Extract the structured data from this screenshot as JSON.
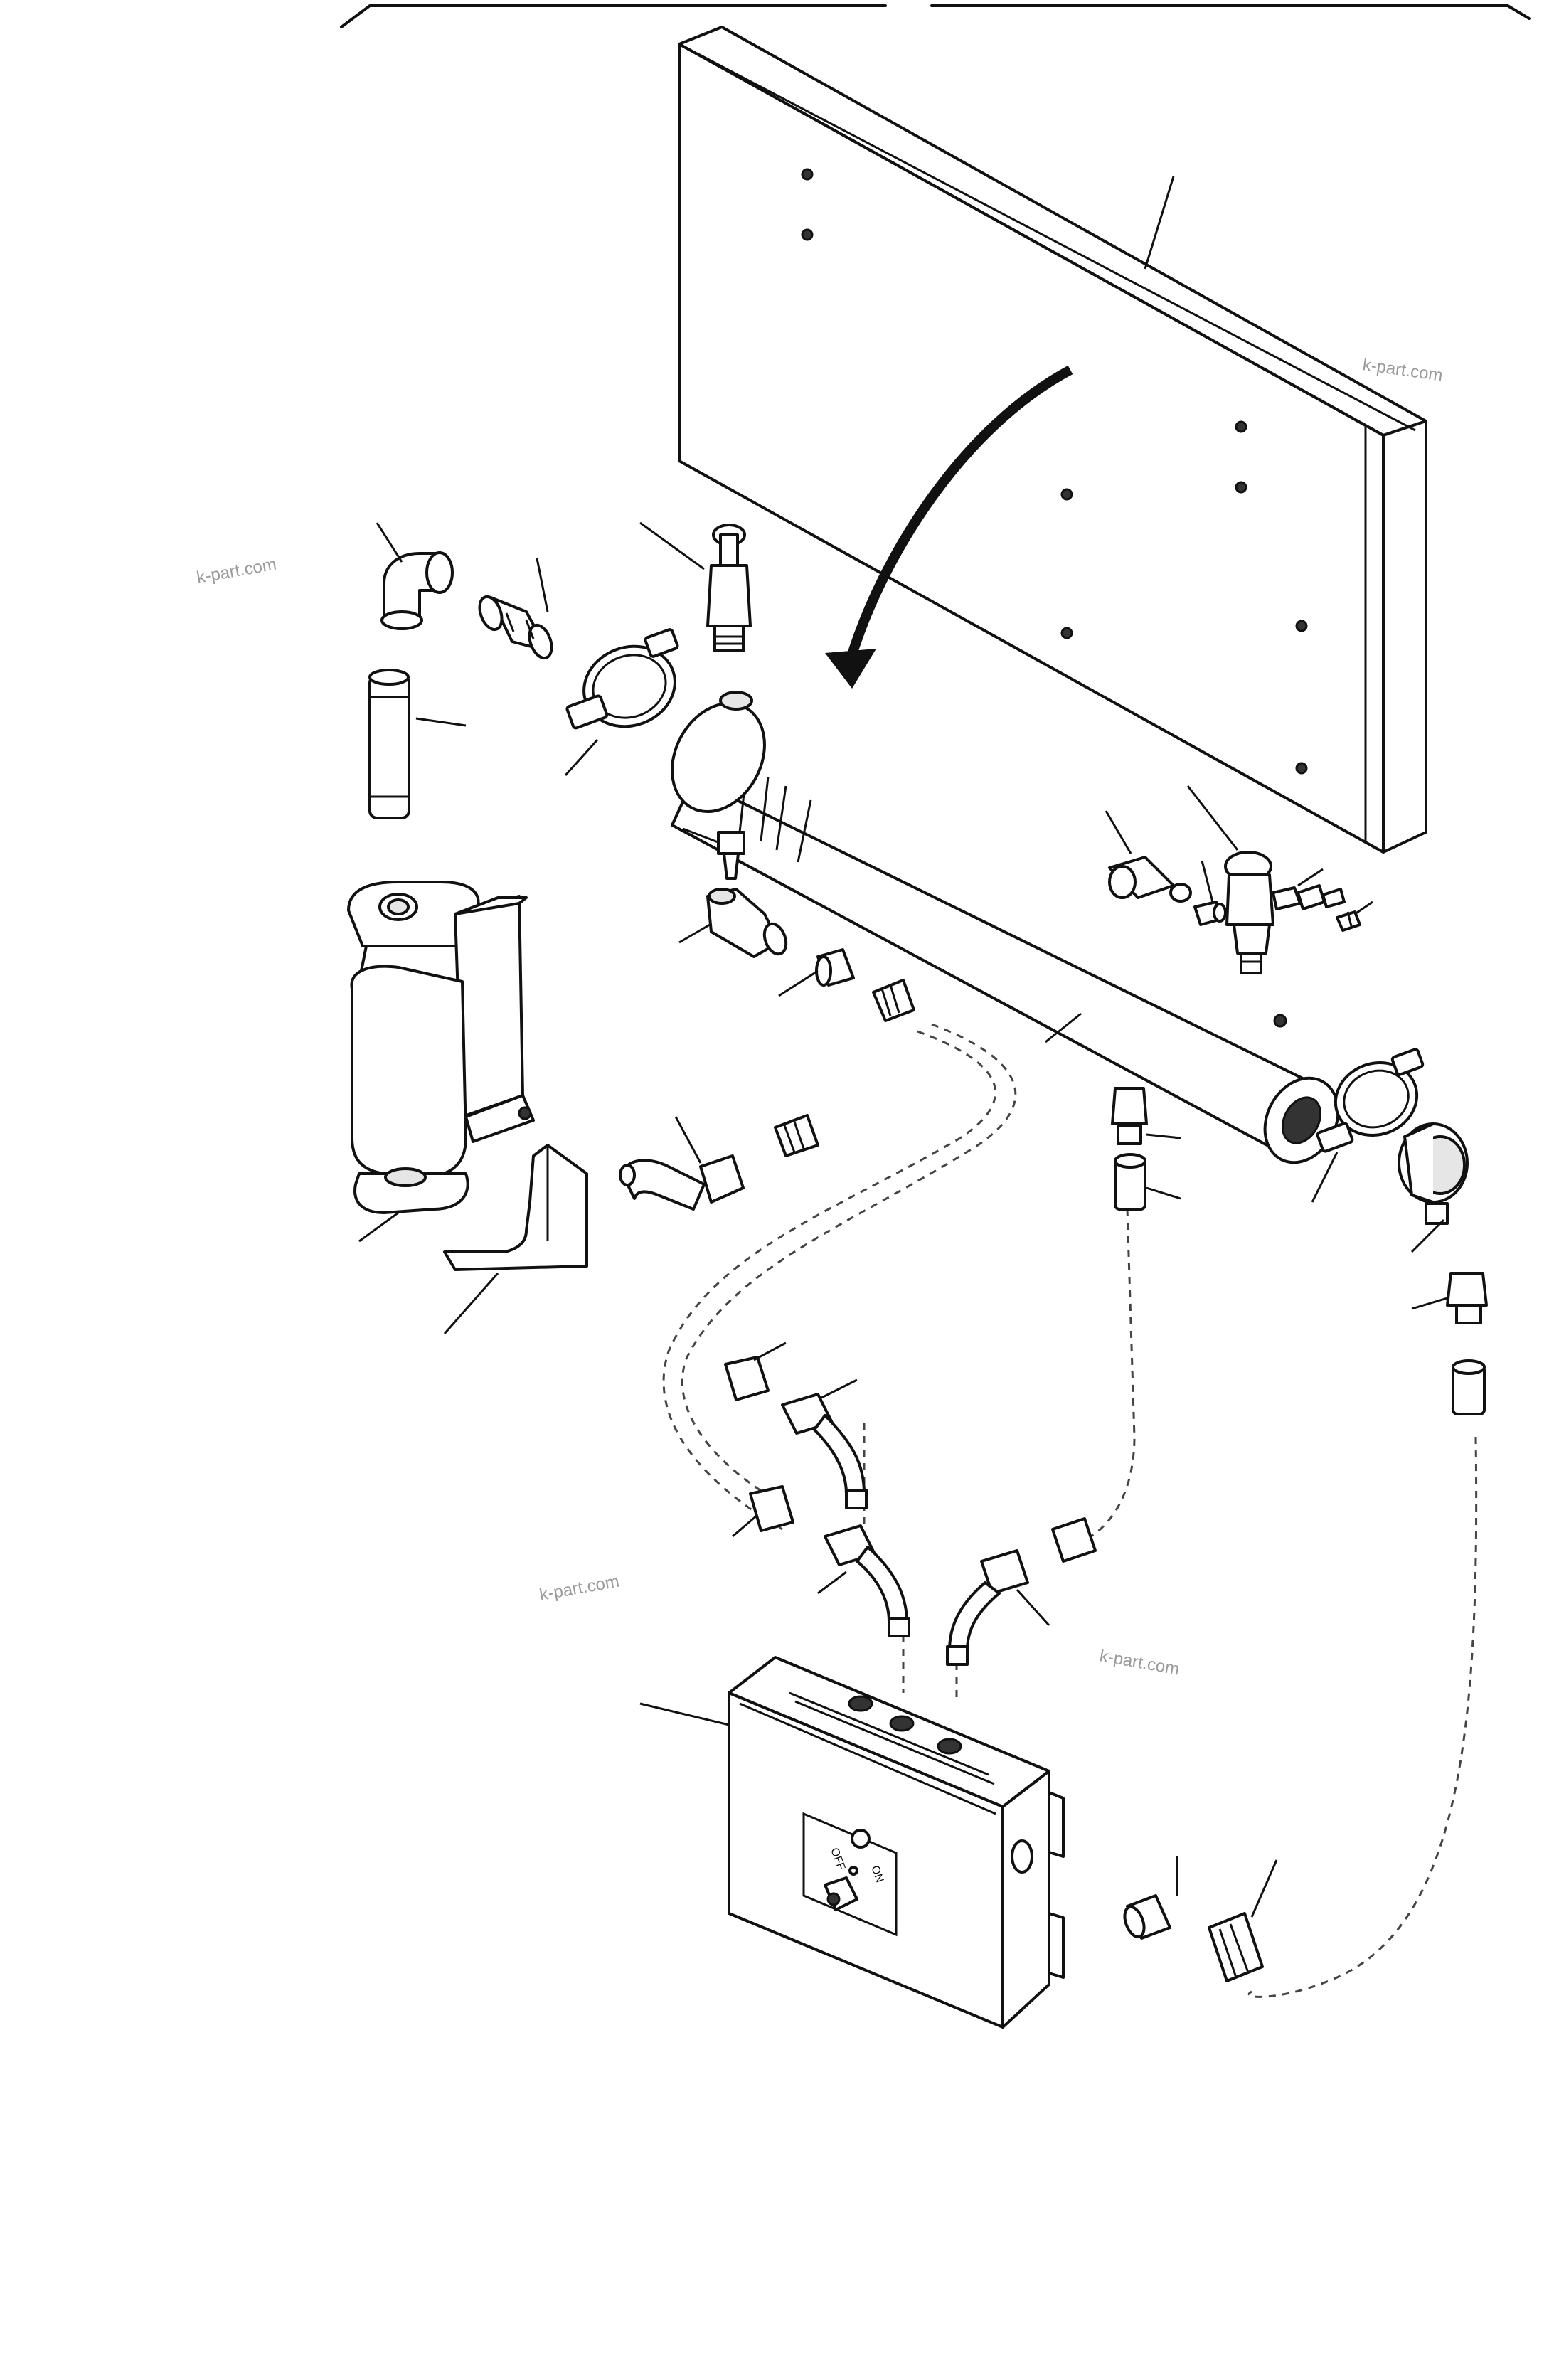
{
  "watermark": {
    "text_1": "k-part.com",
    "text_2": "k-part.com",
    "text_3": "k-part.com",
    "text_4": "k-part.com"
  },
  "control_box": {
    "off_label": "OFF",
    "on_label": "ON"
  }
}
